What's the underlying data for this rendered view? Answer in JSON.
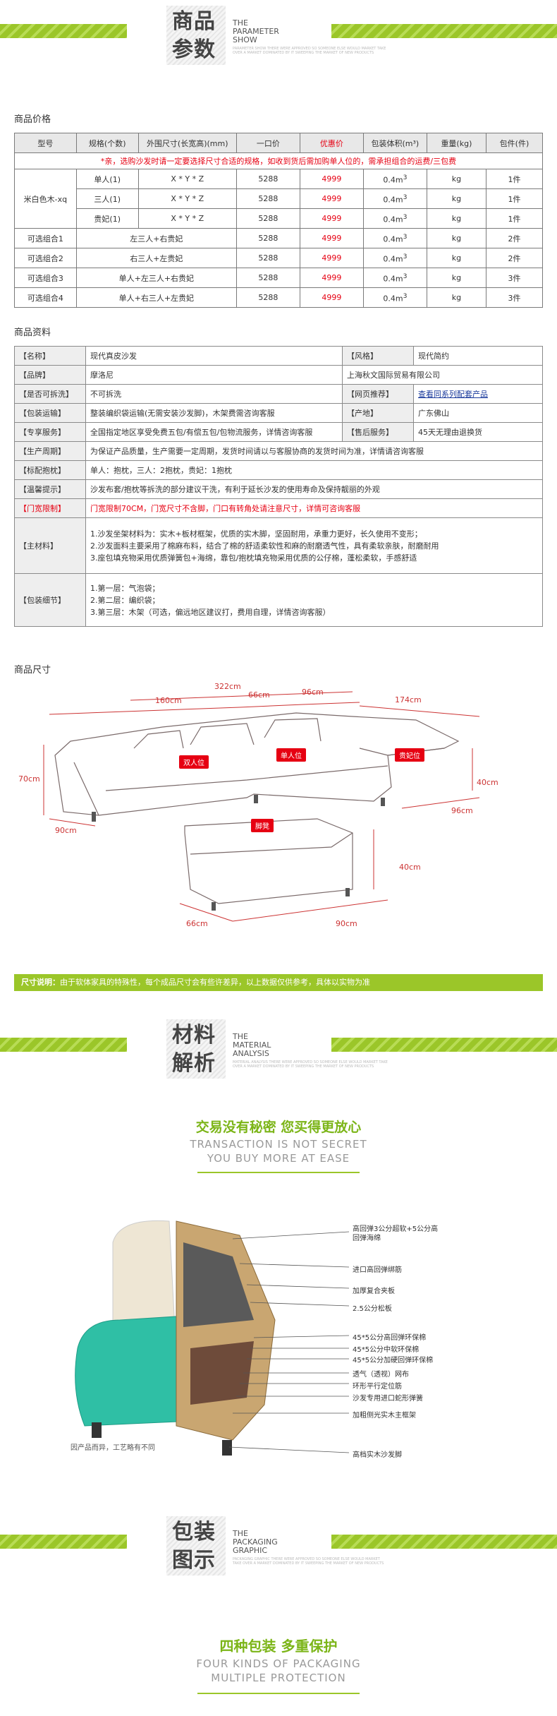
{
  "header1": {
    "cn_line1": "商品",
    "cn_line2": "参数",
    "en_line1": "THE",
    "en_line2": "PARAMETER",
    "en_line3": "SHOW",
    "fine_print": "PARAMETER SHOW THERE WERE APPROVED SO SOMEONE ELSE WOULD MARKET TAKE OVER A MARKET DOMINATED BY IT SWEEPING THE MARKET OF NEW PRODUCTS"
  },
  "price_section": {
    "title": "商品价格",
    "headers": [
      "型号",
      "规格(个数)",
      "外围尺寸(长宽高)(mm)",
      "一口价",
      "优惠价",
      "包装体积(m³)",
      "重量(kg)",
      "包件(件)"
    ],
    "notice": "*亲，选购沙发时请一定要选择尺寸合适的规格，如收到货后需加购单人位的，需承担组合的运费/三包费",
    "model_name": "米白色木-xq",
    "rows": [
      {
        "spec": "单人(1)",
        "dims": "X * Y * Z",
        "price": "5288",
        "sale": "4999",
        "vol_base": "0.4m",
        "vol_exp": "3",
        "weight": "kg",
        "pieces": "1件"
      },
      {
        "spec": "三人(1)",
        "dims": "X * Y * Z",
        "price": "5288",
        "sale": "4999",
        "vol_base": "0.4m",
        "vol_exp": "3",
        "weight": "kg",
        "pieces": "1件"
      },
      {
        "spec": "贵妃(1)",
        "dims": "X * Y * Z",
        "price": "5288",
        "sale": "4999",
        "vol_base": "0.4m",
        "vol_exp": "3",
        "weight": "kg",
        "pieces": "1件"
      }
    ],
    "combos": [
      {
        "name": "可选组合1",
        "spec": "左三人+右贵妃",
        "price": "5288",
        "sale": "4999",
        "vol_base": "0.4m",
        "vol_exp": "3",
        "weight": "kg",
        "pieces": "2件"
      },
      {
        "name": "可选组合2",
        "spec": "右三人+左贵妃",
        "price": "5288",
        "sale": "4999",
        "vol_base": "0.4m",
        "vol_exp": "3",
        "weight": "kg",
        "pieces": "2件"
      },
      {
        "name": "可选组合3",
        "spec": "单人+左三人+右贵妃",
        "price": "5288",
        "sale": "4999",
        "vol_base": "0.4m",
        "vol_exp": "3",
        "weight": "kg",
        "pieces": "3件"
      },
      {
        "name": "可选组合4",
        "spec": "单人+右三人+左贵妃",
        "price": "5288",
        "sale": "4999",
        "vol_base": "0.4m",
        "vol_exp": "3",
        "weight": "kg",
        "pieces": "3件"
      }
    ]
  },
  "info_section": {
    "title": "商品资料",
    "name_label": "【名称】",
    "name_value": "现代真皮沙发",
    "style_label": "【风格】",
    "style_value": "现代简约",
    "brand_label": "【品牌】",
    "brand_value": "摩洛尼",
    "company_value": "上海秋文国际贸易有限公司",
    "removable_label": "【是否可拆洗】",
    "removable_value": "不可拆洗",
    "recommend_label": "【网页推荐】",
    "recommend_value": "查看同系列配套产品",
    "packing_label": "【包装运输】",
    "packing_value": "整装编织袋运输(无需安装沙发脚)，木架费需咨询客服",
    "origin_label": "【产地】",
    "origin_value": "广东佛山",
    "service_label": "【专享服务】",
    "service_value": "全国指定地区享受免费五包/有偿五包/包物流服务，详情咨询客服",
    "aftersale_label": "【售后服务】",
    "aftersale_value": "45天无理由退换货",
    "cycle_label": "【生产周期】",
    "cycle_value": "为保证产品质量，生产需要一定周期，发货时间请以与客服协商的发货时间为准，详情请咨询客服",
    "pillow_label": "【标配抱枕】",
    "pillow_value": "单人：抱枕，三人：2抱枕，贵妃：1抱枕",
    "tips_label": "【温馨提示】",
    "tips_value": "沙发布套/抱枕等拆洗的部分建议干洗，有利于延长沙发的使用寿命及保持靓丽的外观",
    "door_label": "【门宽限制】",
    "door_value": "门宽限制70CM，门宽尺寸不含脚，门口有转角处请注意尺寸，详情可咨询客服",
    "material_label": "【主材料】",
    "material_lines": [
      "1.沙发坐架材料为：实木+板材框架，优质的实木脚，坚固耐用，承重力更好，长久使用不变形；",
      "2.沙发面料主要采用了棉麻布料，结合了棉的舒适柔软性和麻的耐磨透气性，具有柔软亲肤，耐磨耐用",
      "3.座包填充物采用优质弹簧包+海绵，靠包/抱枕填充物采用优质的公仔棉，蓬松柔软，手感舒适"
    ],
    "pack_label": "【包装细节】",
    "pack_lines": [
      "1.第一层：气泡袋；",
      "2.第二层：编织袋；",
      "3.第三层：木架（可选，偏远地区建议打，费用自理，详情咨询客服）"
    ]
  },
  "size_section": {
    "title": "商品尺寸",
    "dims": {
      "total": "322cm",
      "left": "160cm",
      "mid": "66cm",
      "right": "96cm",
      "chaise": "174cm",
      "height": "70cm",
      "depth": "90cm",
      "chaise_h": "40cm",
      "chaise_d": "96cm",
      "ottoman_h": "40cm",
      "ottoman_w": "66cm",
      "ottoman_d": "90cm"
    },
    "tags": {
      "double": "双人位",
      "single": "单人位",
      "chaise": "贵妃位",
      "ottoman": "脚凳"
    },
    "note_label": "尺寸说明：",
    "note_text": "由于软体家具的特殊性，每个成品尺寸会有些许差异，以上数据仅供参考，具体以实物为准"
  },
  "header2": {
    "cn_line1": "材料",
    "cn_line2": "解析",
    "en_line1": "THE",
    "en_line2": "MATERIAL",
    "en_line3": "ANALYSIS",
    "fine_print": "MATERIAL ANALYSIS THERE WERE APPROVED SO SOMEONE ELSE WOULD MARKET TAKE OVER A MARKET DOMINATED BY IT SWEEPING THE MARKET OF NEW PRODUCTS"
  },
  "material_section": {
    "slogan_cn": "交易没有秘密 您买得更放心",
    "slogan_en1": "TRANSACTION IS NOT SECRET",
    "slogan_en2": "YOU BUY MORE AT EASE",
    "callouts": [
      "高回弹3公分超软+5公分高回弹海绵",
      "进口高回弹绑筋",
      "加厚复合夹板",
      "2.5公分松板",
      "45*5公分高回弹环保棉",
      "45*5公分中软环保棉",
      "45*5公分加硬回弹环保棉",
      "透气（透视）网布",
      "环形平行定位筋",
      "沙发专用进口蛇形弹簧",
      "加粗侧光实木主框架",
      "高档实木沙发脚"
    ],
    "footnote": "因产品而异，工艺略有不同"
  },
  "header3": {
    "cn_line1": "包装",
    "cn_line2": "图示",
    "en_line1": "THE",
    "en_line2": "PACKAGING",
    "en_line3": "GRAPHIC",
    "fine_print": "PACKAGING GRAPHIC THERE WERE APPROVED SO SOMEONE ELSE WOULD MARKET TAKE OVER A MARKET DOMINATED BY IT SWEEPING THE MARKET OF NEW PRODUCTS"
  },
  "packaging_section": {
    "slogan_cn": "四种包装 多重保护",
    "slogan_en1": "FOUR KINDS OF PACKAGING",
    "slogan_en2": "MULTIPLE PROTECTION"
  },
  "colors": {
    "green": "#9bc629",
    "red": "#e60012",
    "slogan_green": "#7cb518"
  }
}
